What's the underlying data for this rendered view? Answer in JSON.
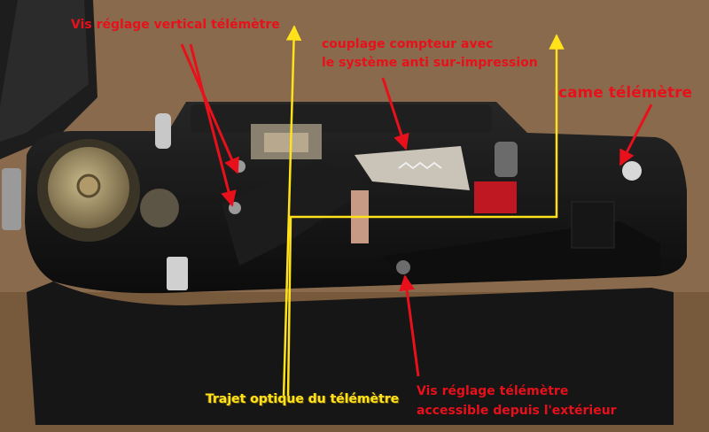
{
  "labels": {
    "vertical_adjust_screws": "Vis réglage vertical télémètre",
    "counter_coupling_line1": "couplage compteur avec",
    "counter_coupling_line2": "le système anti sur-impression",
    "rangefinder_cam": "came télémètre",
    "rangefinder_adjust_line1": "Vis réglage télémètre",
    "rangefinder_adjust_line2": "accessible depuis l'extérieur",
    "optical_path": "Trajet optique du télémètre"
  },
  "colors": {
    "annotation_red": "#e8101a",
    "optical_path_yellow": "#ffe21a",
    "background_cardboard": "#8a6a4c",
    "camera_body": "#141414"
  }
}
